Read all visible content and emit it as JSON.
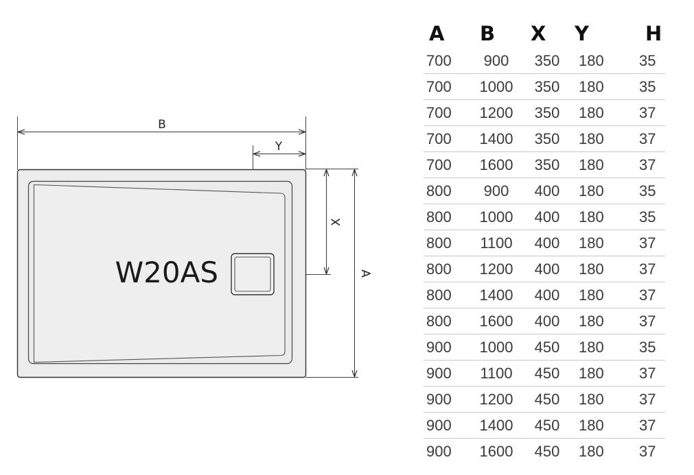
{
  "drawing": {
    "model_name": "W20AS",
    "dimension_labels": {
      "b": "B",
      "y": "Y",
      "x": "X",
      "a": "A"
    }
  },
  "table": {
    "headers": [
      "A",
      "B",
      "X",
      "Y",
      "H"
    ],
    "rows": [
      [
        "700",
        "900",
        "350",
        "180",
        "35"
      ],
      [
        "700",
        "1000",
        "350",
        "180",
        "35"
      ],
      [
        "700",
        "1200",
        "350",
        "180",
        "37"
      ],
      [
        "700",
        "1400",
        "350",
        "180",
        "37"
      ],
      [
        "700",
        "1600",
        "350",
        "180",
        "37"
      ],
      [
        "800",
        "900",
        "400",
        "180",
        "35"
      ],
      [
        "800",
        "1000",
        "400",
        "180",
        "35"
      ],
      [
        "800",
        "1100",
        "400",
        "180",
        "37"
      ],
      [
        "800",
        "1200",
        "400",
        "180",
        "37"
      ],
      [
        "800",
        "1400",
        "400",
        "180",
        "37"
      ],
      [
        "800",
        "1600",
        "400",
        "180",
        "37"
      ],
      [
        "900",
        "1000",
        "450",
        "180",
        "35"
      ],
      [
        "900",
        "1100",
        "450",
        "180",
        "37"
      ],
      [
        "900",
        "1200",
        "450",
        "180",
        "37"
      ],
      [
        "900",
        "1400",
        "450",
        "180",
        "37"
      ],
      [
        "900",
        "1600",
        "450",
        "180",
        "37"
      ]
    ]
  }
}
